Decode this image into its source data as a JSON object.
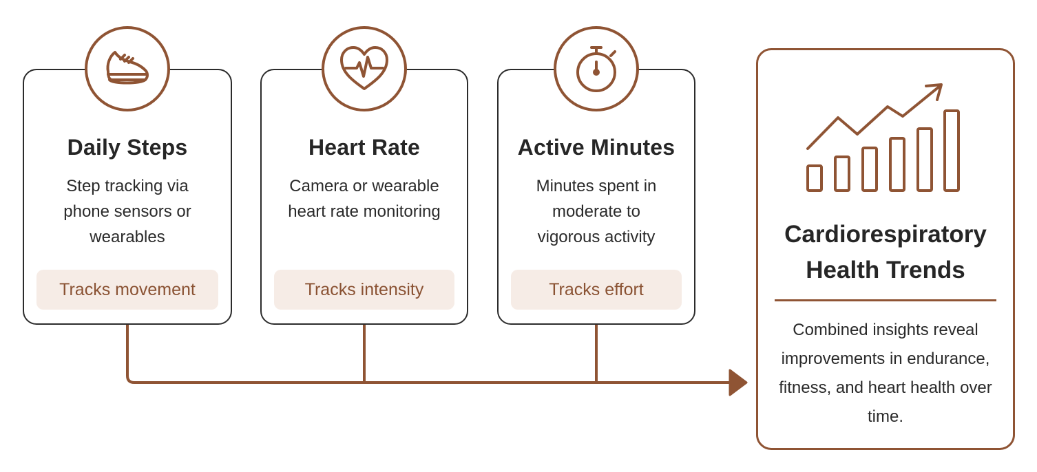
{
  "colors": {
    "accent": "#8f5434",
    "card_border": "#2b2b2b",
    "tag_background": "#f6ece6",
    "tag_text": "#8a5233",
    "text": "#262626"
  },
  "cards": [
    {
      "icon": "shoe-icon",
      "title": "Daily Steps",
      "description": "Step tracking via phone sensors or wearables",
      "tag": "Tracks movement"
    },
    {
      "icon": "heart-pulse-icon",
      "title": "Heart Rate",
      "description": "Camera or wearable heart rate monitoring",
      "tag": "Tracks intensity"
    },
    {
      "icon": "stopwatch-icon",
      "title": "Active Minutes",
      "description": "Minutes spent in moderate to vigorous activity",
      "tag": "Tracks effort"
    }
  ],
  "result": {
    "icon": "trend-chart-icon",
    "title": "Cardiorespiratory Health Trends",
    "description": "Combined insights reveal improvements in endurance, fitness, and heart health over time."
  }
}
